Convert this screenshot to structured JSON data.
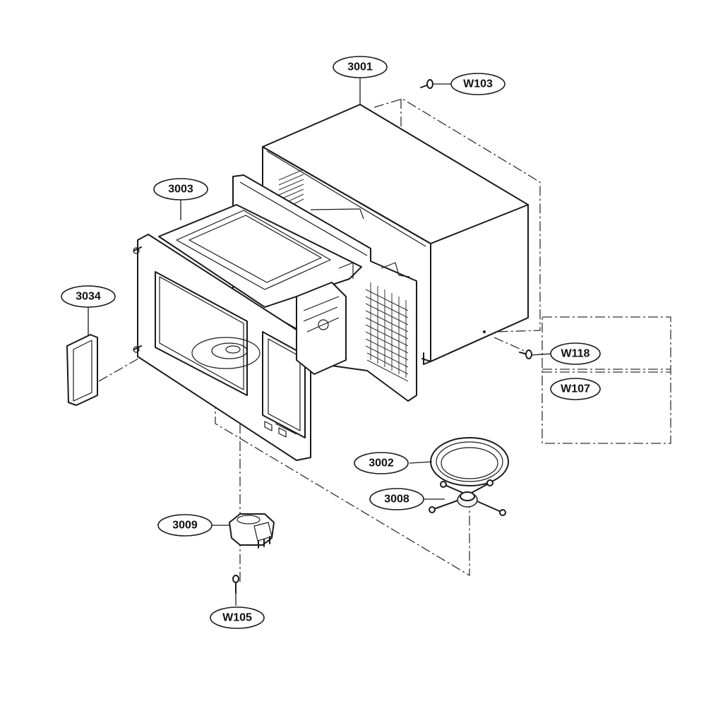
{
  "diagram": {
    "callouts": [
      {
        "id": "c3001",
        "label": "3001"
      },
      {
        "id": "c3003",
        "label": "3003"
      },
      {
        "id": "c3034",
        "label": "3034"
      },
      {
        "id": "cW103",
        "label": "W103"
      },
      {
        "id": "cW118",
        "label": "W118"
      },
      {
        "id": "cW107",
        "label": "W107"
      },
      {
        "id": "c3002",
        "label": "3002"
      },
      {
        "id": "c3008",
        "label": "3008"
      },
      {
        "id": "c3009",
        "label": "3009"
      },
      {
        "id": "cW105",
        "label": "W105"
      }
    ]
  }
}
